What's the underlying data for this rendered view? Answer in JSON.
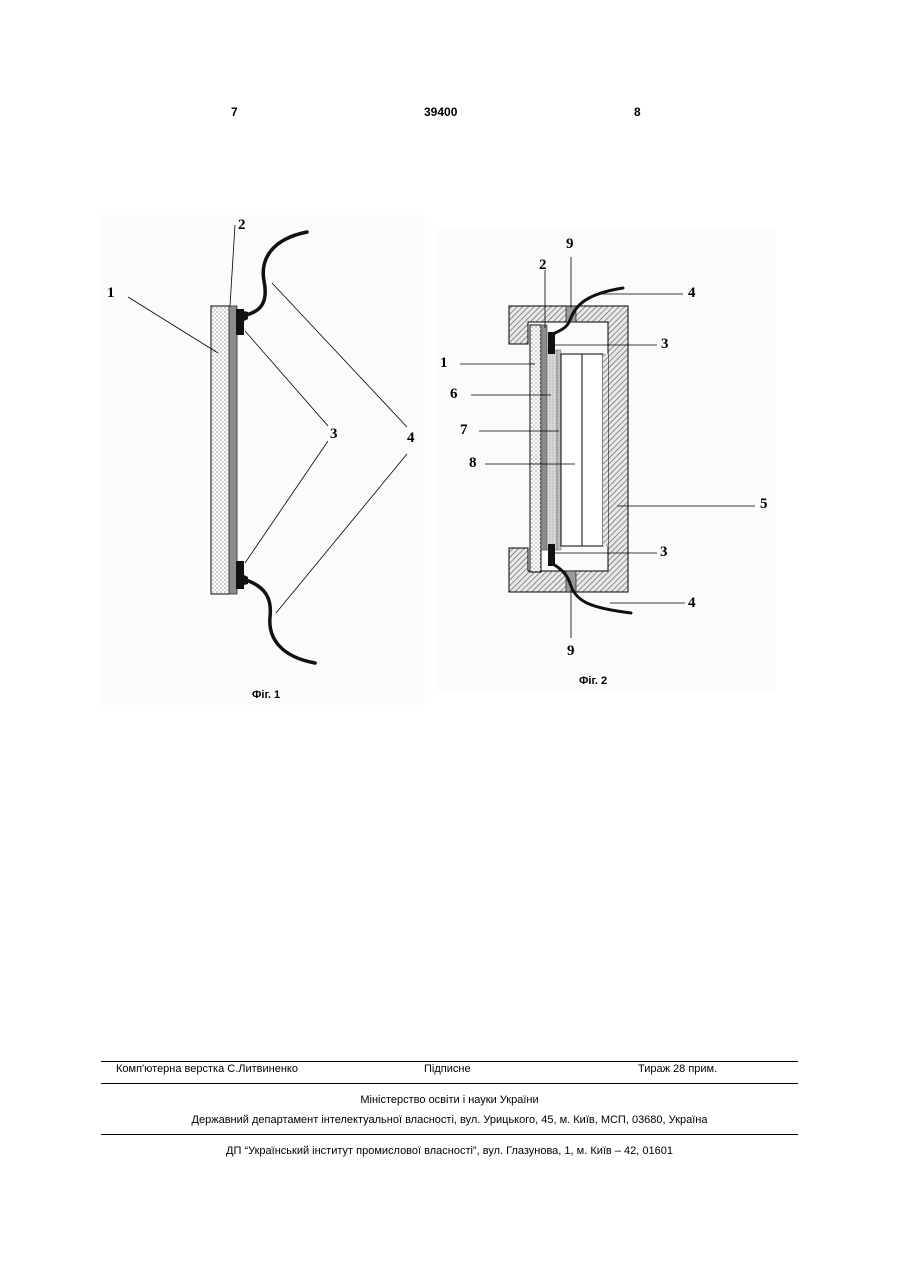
{
  "header": {
    "left_page": "7",
    "patent_number": "39400",
    "right_page": "8"
  },
  "figure1": {
    "caption": "Фіг. 1",
    "labels": {
      "l1": "1",
      "l2": "2",
      "l3": "3",
      "l4": "4"
    }
  },
  "figure2": {
    "caption": "Фіг. 2",
    "labels": {
      "l9a": "9",
      "l2": "2",
      "l4a": "4",
      "l3a": "3",
      "l1": "1",
      "l6": "6",
      "l7": "7",
      "l8": "8",
      "l5": "5",
      "l3b": "3",
      "l4b": "4",
      "l9b": "9"
    }
  },
  "footer": {
    "layout": "Комп'ютерна верстка С.Литвиненко",
    "subscription": "Підписне",
    "circulation": "Тираж 28 прим.",
    "ministry": "Міністерство освіти і науки України",
    "department": "Державний департамент інтелектуальної власності, вул. Урицького, 45, м. Київ, МСП, 03680, Україна",
    "institute": "ДП “Український інститут промислової власності”, вул. Глазунова, 1, м. Київ – 42, 01601"
  }
}
